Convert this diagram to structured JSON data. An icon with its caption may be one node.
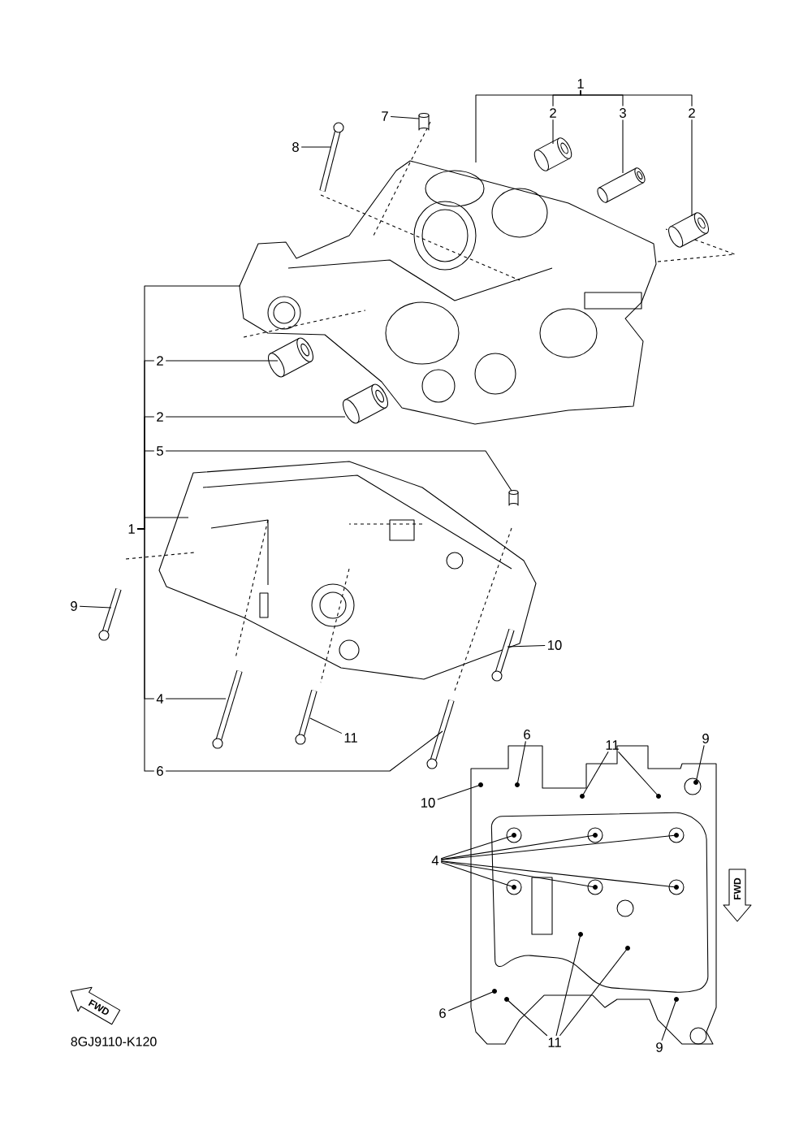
{
  "diagram": {
    "nodes": [
      {
        "text": [
          "1"
        ]
      },
      {
        "text": [
          "2"
        ]
      },
      {
        "text": [
          "3"
        ]
      },
      {
        "text": [
          "2"
        ]
      },
      {
        "text": [
          "7"
        ]
      },
      {
        "text": [
          "8"
        ]
      },
      {
        "text": [
          "2"
        ]
      },
      {
        "text": [
          "2"
        ]
      },
      {
        "text": [
          "5"
        ]
      },
      {
        "text": [
          "1"
        ]
      },
      {
        "text": [
          "9"
        ]
      },
      {
        "text": [
          "10"
        ]
      },
      {
        "text": [
          "4"
        ]
      },
      {
        "text": [
          "11"
        ]
      },
      {
        "text": [
          "6"
        ]
      },
      {
        "text": [
          "6"
        ]
      },
      {
        "text": [
          "11"
        ]
      },
      {
        "text": [
          "9"
        ]
      },
      {
        "text": [
          "10"
        ]
      },
      {
        "text": [
          "4"
        ]
      },
      {
        "text": [
          "6"
        ]
      },
      {
        "text": [
          "11"
        ]
      },
      {
        "text": [
          "9"
        ]
      },
      {
        "text": [],
        "shape": "picture"
      },
      {
        "text": [],
        "shape": "picture"
      },
      {
        "text": [],
        "shape": "picture"
      },
      {
        "text": [],
        "shape": "picture"
      },
      {
        "text": [],
        "shape": "cylinder"
      },
      {
        "text": [],
        "shape": "picture"
      },
      {
        "text": [],
        "shape": "picture"
      },
      {
        "text": [],
        "shape": "picture"
      },
      {
        "text": [],
        "shape": "picture"
      },
      {
        "text": [],
        "shape": "cylinder"
      },
      {
        "text": [],
        "shape": "picture"
      },
      {
        "text": [],
        "shape": "picture"
      },
      {
        "text": [],
        "shape": "picture"
      },
      {
        "text": [],
        "shape": "picture"
      },
      {
        "text": [],
        "shape": "picture"
      },
      {
        "text": [],
        "shape": "picture"
      },
      {
        "text": [
          "FWD"
        ]
      },
      {
        "text": [
          "FWD"
        ]
      }
    ],
    "edges": [
      {
        "from": 0,
        "to": 1,
        "arrow": "none"
      },
      {
        "from": 0,
        "to": 2,
        "arrow": "none"
      },
      {
        "from": 0,
        "to": 3,
        "arrow": "none"
      },
      {
        "from": 0,
        "to": 23,
        "arrow": "none"
      },
      {
        "from": 1,
        "to": 24,
        "arrow": "none"
      },
      {
        "from": 2,
        "to": 25,
        "arrow": "none"
      },
      {
        "from": 3,
        "to": 26,
        "arrow": "none"
      },
      {
        "from": 4,
        "to": 27,
        "arrow": "none"
      },
      {
        "from": 5,
        "to": 28,
        "arrow": "none"
      },
      {
        "from": 9,
        "to": 23,
        "arrow": "none"
      },
      {
        "from": 9,
        "to": 6,
        "arrow": "none"
      },
      {
        "from": 9,
        "to": 7,
        "arrow": "none"
      },
      {
        "from": 9,
        "to": 8,
        "arrow": "none"
      },
      {
        "from": 9,
        "to": 31,
        "arrow": "none"
      },
      {
        "from": 9,
        "to": 12,
        "arrow": "none"
      },
      {
        "from": 9,
        "to": 14,
        "arrow": "none"
      },
      {
        "from": 6,
        "to": 29,
        "arrow": "none"
      },
      {
        "from": 7,
        "to": 30,
        "arrow": "none"
      },
      {
        "from": 8,
        "to": 32,
        "arrow": "none"
      },
      {
        "from": 10,
        "to": 33,
        "arrow": "none"
      },
      {
        "from": 11,
        "to": 34,
        "arrow": "none"
      },
      {
        "from": 12,
        "to": 35,
        "arrow": "none"
      },
      {
        "from": 13,
        "to": 36,
        "arrow": "none"
      },
      {
        "from": 14,
        "to": 37,
        "arrow": "none"
      },
      {
        "from": 15,
        "to": 38,
        "arrow": "none"
      },
      {
        "from": 16,
        "to": 38,
        "arrow": "none"
      },
      {
        "from": 16,
        "to": 38,
        "arrow": "none"
      },
      {
        "from": 17,
        "to": 38,
        "arrow": "none"
      },
      {
        "from": 18,
        "to": 38,
        "arrow": "none"
      },
      {
        "from": 19,
        "to": 38,
        "arrow": "none"
      },
      {
        "from": 19,
        "to": 38,
        "arrow": "none"
      },
      {
        "from": 19,
        "to": 38,
        "arrow": "none"
      },
      {
        "from": 19,
        "to": 38,
        "arrow": "none"
      },
      {
        "from": 19,
        "to": 38,
        "arrow": "none"
      },
      {
        "from": 19,
        "to": 38,
        "arrow": "none"
      },
      {
        "from": 20,
        "to": 38,
        "arrow": "none"
      },
      {
        "from": 21,
        "to": 38,
        "arrow": "none"
      },
      {
        "from": 21,
        "to": 38,
        "arrow": "none"
      },
      {
        "from": 21,
        "to": 38,
        "arrow": "none"
      },
      {
        "from": 22,
        "to": 38,
        "arrow": "none"
      }
    ],
    "labels": [
      "8GJ9110-K120"
    ]
  }
}
